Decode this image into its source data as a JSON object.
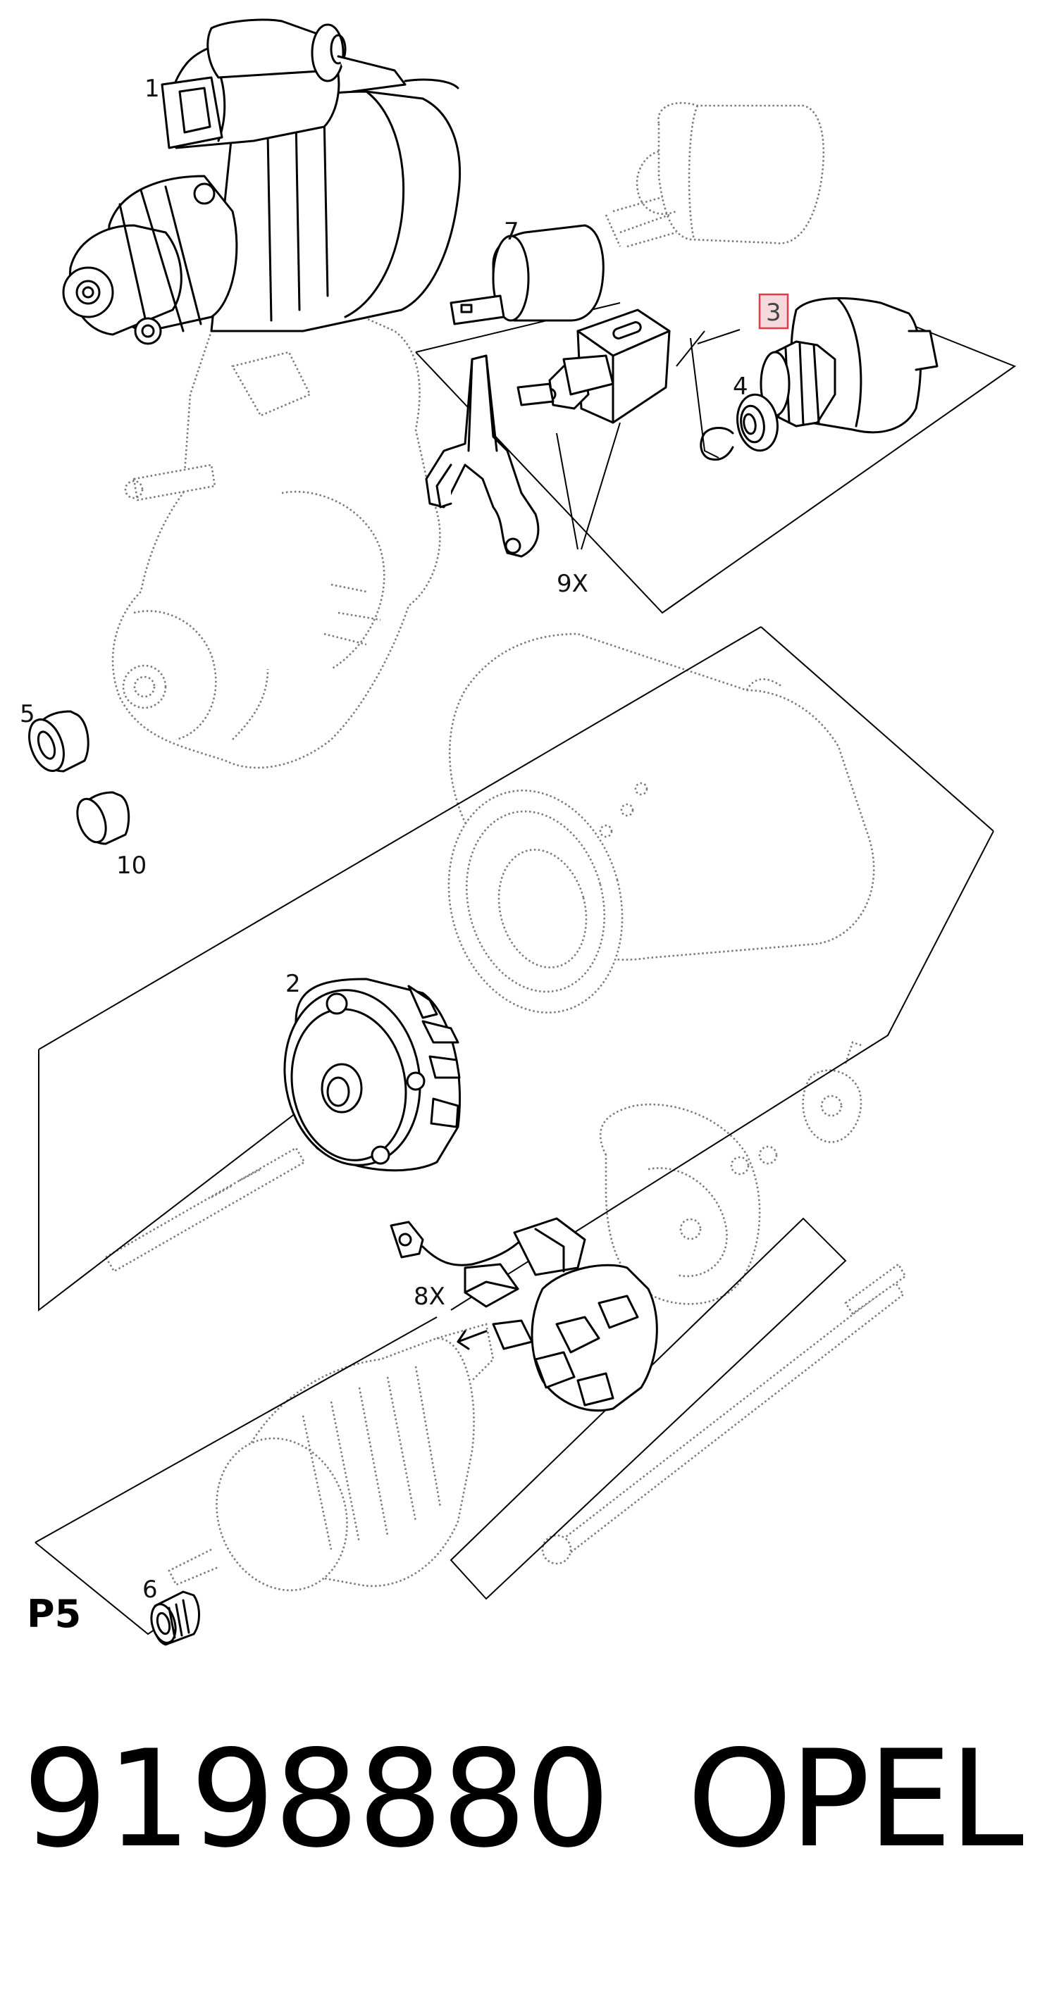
{
  "diagram": {
    "labels": {
      "p1": "1",
      "p2": "2",
      "p3": "3",
      "p4": "4",
      "p5": "5",
      "p6": "6",
      "p7": "7",
      "p8x": "8X",
      "p9x": "9X",
      "p10": "10"
    },
    "section_code": "P5",
    "highlighted_label": "3",
    "highlight_color": "#e03b47"
  },
  "footer": {
    "part_number": "9198880",
    "brand": "OPEL"
  }
}
